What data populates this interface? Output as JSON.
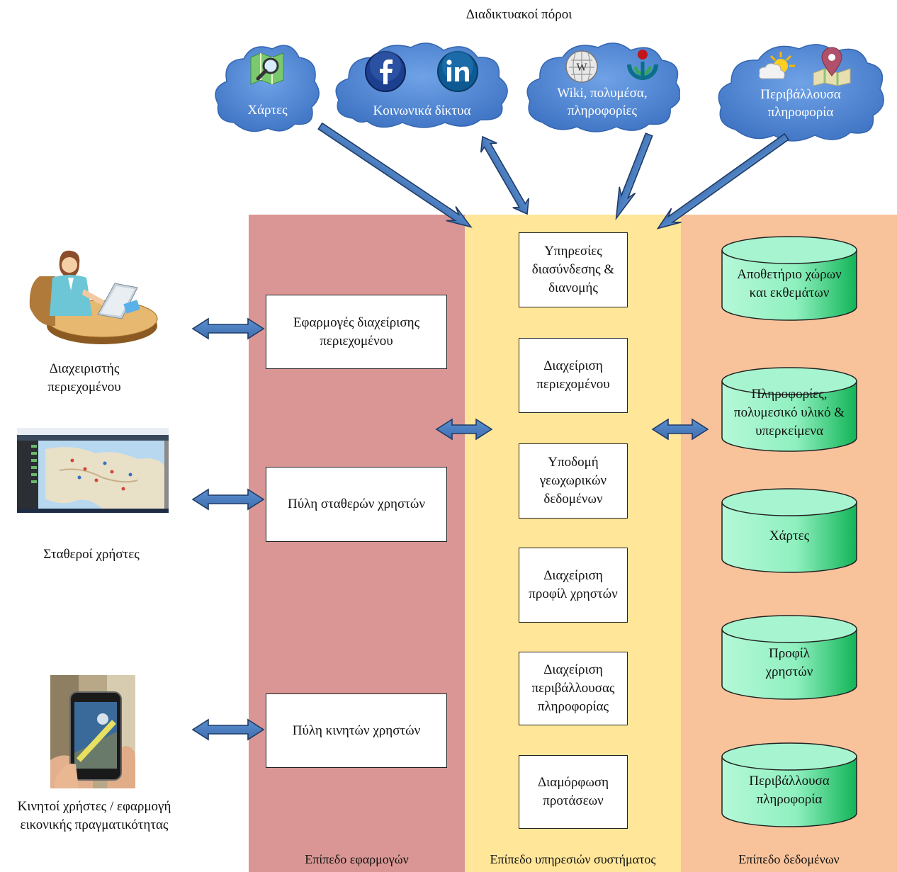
{
  "header": {
    "title": "Διαδικτυακοί πόροι"
  },
  "clouds": [
    {
      "lines": [
        "Χάρτες"
      ],
      "icons": [
        "map-search-icon"
      ]
    },
    {
      "lines": [
        "Κοινωνικά δίκτυα"
      ],
      "icons": [
        "facebook-icon",
        "linkedin-icon"
      ]
    },
    {
      "lines": [
        "Wiki, πολυμέσα,",
        "πληροφορίες"
      ],
      "icons": [
        "wikipedia-icon",
        "wikimedia-icon"
      ]
    },
    {
      "lines": [
        "Περιβάλλουσα",
        "πληροφορία"
      ],
      "icons": [
        "weather-icon",
        "location-pin-icon"
      ]
    }
  ],
  "layers": {
    "applications": {
      "title": "Επίπεδο εφαρμογών",
      "color": "#d99694",
      "boxes": [
        "Εφαρμογές διαχείρισης περιεχομένου",
        "Πύλη σταθερών χρηστών",
        "Πύλη κινητών χρηστών"
      ]
    },
    "services": {
      "title": "Επίπεδο υπηρεσιών συστήματος",
      "color": "#ffe699",
      "boxes": [
        "Υπηρεσίες διασύνδεσης & διανομής",
        "Διαχείριση περιεχομένου",
        "Υποδομή γεωχωρικών δεδομένων",
        "Διαχείριση προφίλ χρηστών",
        "Διαχείριση περιβάλλουσας πληροφορίας",
        "Διαμόρφωση προτάσεων"
      ]
    },
    "data": {
      "title": "Επίπεδο δεδομένων",
      "color": "#f8c39b",
      "stores": [
        "Αποθετήριο χώρων και εκθεμάτων",
        "Πληροφορίες, πολυμεσικό υλικό & υπερκείμενα",
        "Χάρτες",
        "Προφίλ χρηστών",
        "Περιβάλλουσα πληροφορία"
      ]
    }
  },
  "actors": [
    {
      "label_lines": [
        "Διαχειριστής",
        "περιεχομένου"
      ],
      "icon": "content-admin-icon"
    },
    {
      "label_lines": [
        "Σταθεροί χρήστες"
      ],
      "icon": "desktop-map-screenshot-icon"
    },
    {
      "label_lines": [
        "Κινητοί χρήστες / εφαρμογή",
        "εικονικής πραγματικότητας"
      ],
      "icon": "smartphone-ar-icon"
    }
  ],
  "colors": {
    "cloud": "#5b8fd9",
    "arrow": "#4a7ebb",
    "cylinder": "#a6f5cf",
    "cylinder_dark": "#11b356"
  }
}
